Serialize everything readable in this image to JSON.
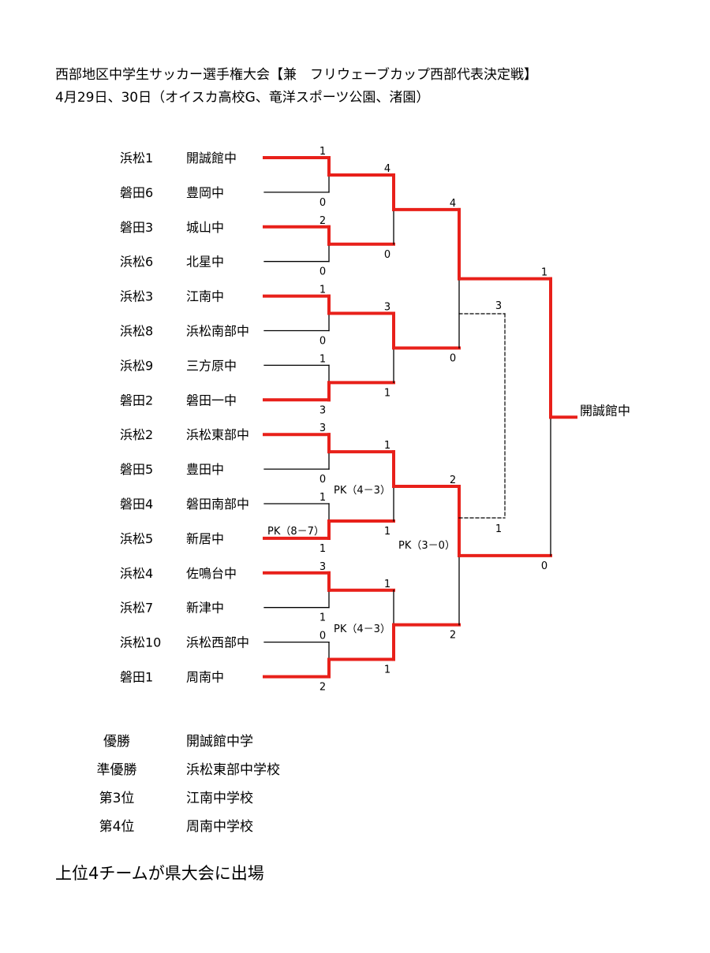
{
  "header": {
    "title": "西部地区中学生サッカー選手権大会【兼　フリウェーブカップ西部代表決定戦】",
    "dates": "4月29日、30日（オイスカ高校G、竜洋スポーツ公園、渚園）"
  },
  "teams": [
    {
      "seed": "浜松1",
      "name": "開誠館中"
    },
    {
      "seed": "磐田6",
      "name": "豊岡中"
    },
    {
      "seed": "磐田3",
      "name": "城山中"
    },
    {
      "seed": "浜松6",
      "name": "北星中"
    },
    {
      "seed": "浜松3",
      "name": "江南中"
    },
    {
      "seed": "浜松8",
      "name": "浜松南部中"
    },
    {
      "seed": "浜松9",
      "name": "三方原中"
    },
    {
      "seed": "磐田2",
      "name": "磐田一中"
    },
    {
      "seed": "浜松2",
      "name": "浜松東部中"
    },
    {
      "seed": "磐田5",
      "name": "豊田中"
    },
    {
      "seed": "磐田4",
      "name": "磐田南部中"
    },
    {
      "seed": "浜松5",
      "name": "新居中"
    },
    {
      "seed": "浜松4",
      "name": "佐鳴台中"
    },
    {
      "seed": "浜松7",
      "name": "新津中"
    },
    {
      "seed": "浜松10",
      "name": "浜松西部中"
    },
    {
      "seed": "磐田1",
      "name": "周南中"
    }
  ],
  "rounds": {
    "r1": [
      {
        "top": "1",
        "bottom": "0",
        "winner": "top"
      },
      {
        "top": "2",
        "bottom": "0",
        "winner": "top"
      },
      {
        "top": "1",
        "bottom": "0",
        "winner": "top"
      },
      {
        "top": "1",
        "bottom": "3",
        "winner": "bottom"
      },
      {
        "top": "3",
        "bottom": "0",
        "winner": "top"
      },
      {
        "top": "1",
        "bottom": "1",
        "winner": "bottom",
        "pk": "PK（8－7）"
      },
      {
        "top": "3",
        "bottom": "1",
        "winner": "top"
      },
      {
        "top": "0",
        "bottom": "2",
        "winner": "bottom"
      }
    ],
    "r2": [
      {
        "top": "4",
        "bottom": "0",
        "winner": "top"
      },
      {
        "top": "3",
        "bottom": "1",
        "winner": "top"
      },
      {
        "top": "1",
        "bottom": "1",
        "winner": "top",
        "pk": "PK（4－3）"
      },
      {
        "top": "1",
        "bottom": "1",
        "winner": "bottom",
        "pk": "PK（4－3）"
      }
    ],
    "r3": [
      {
        "top": "4",
        "bottom": "0",
        "winner": "top"
      },
      {
        "top": "2",
        "bottom": "2",
        "winner": "top",
        "pk": "PK（3－0）"
      }
    ],
    "final": {
      "top": "1",
      "bottom": "0",
      "winner": "top"
    },
    "third_place": {
      "top": "3",
      "bottom": "1"
    }
  },
  "champion": "開誠館中",
  "results": [
    {
      "rank": "優勝",
      "school": "開誠館中学"
    },
    {
      "rank": "準優勝",
      "school": "浜松東部中学校"
    },
    {
      "rank": "第3位",
      "school": "江南中学校"
    },
    {
      "rank": "第4位",
      "school": "周南中学校"
    }
  ],
  "note": "上位4チームが県大会に出場",
  "colors": {
    "winner_line": "#e8201a",
    "line": "#000000"
  }
}
